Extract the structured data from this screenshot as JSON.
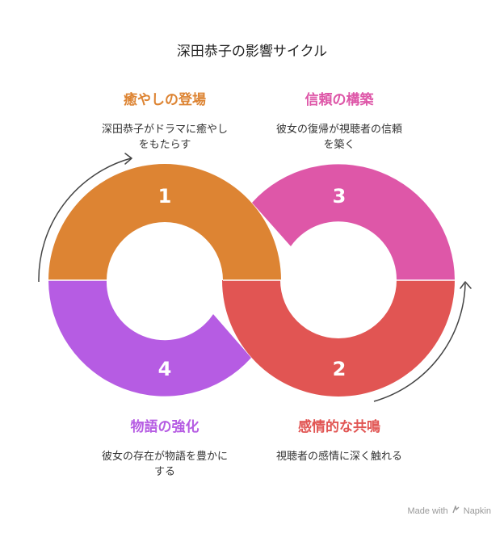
{
  "title": "深田恭子の影響サイクル",
  "steps": [
    {
      "number": "1",
      "heading": "癒やしの登場",
      "desc_lines": [
        "深田恭子がドラマに癒やし",
        "をもたらす"
      ],
      "color": "#DD8433"
    },
    {
      "number": "2",
      "heading": "感情的な共鳴",
      "desc_lines": [
        "視聴者の感情に深く触れる"
      ],
      "color": "#E15553"
    },
    {
      "number": "3",
      "heading": "信頼の構築",
      "desc_lines": [
        "彼女の復帰が視聴者の信頼",
        "を築く"
      ],
      "color": "#DE57A8"
    },
    {
      "number": "4",
      "heading": "物語の強化",
      "desc_lines": [
        "彼女の存在が物語を豊かに",
        "する"
      ],
      "color": "#B65CE3"
    }
  ],
  "footer": {
    "made_with": "Made with",
    "brand": "Napkin"
  }
}
